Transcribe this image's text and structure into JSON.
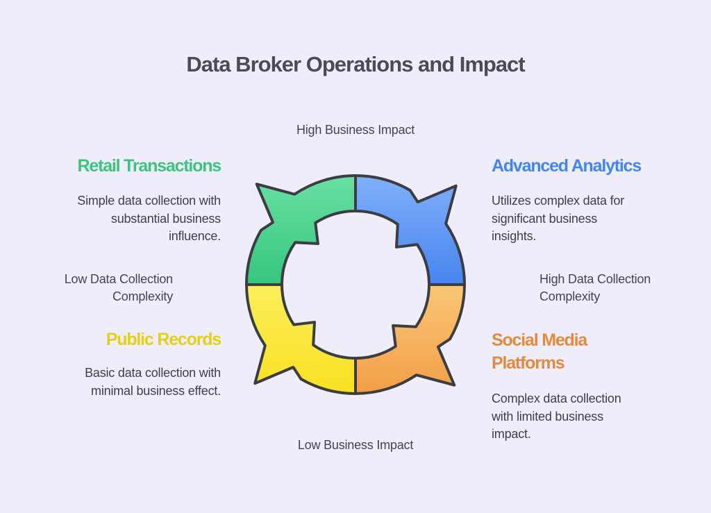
{
  "title": "Data Broker Operations and Impact",
  "background": "#EFEDFA",
  "axis_labels": {
    "top": "High Business Impact",
    "bottom": "Low Business Impact",
    "left": "Low Data Collection\nComplexity",
    "right": "High Data Collection\nComplexity"
  },
  "quadrants": [
    {
      "key": "retail",
      "heading": "Retail Transactions",
      "body": "Simple data collection with\nsubstantial business\ninfluence.",
      "color": "#3CC47F"
    },
    {
      "key": "analytics",
      "heading": "Advanced Analytics",
      "body": "Utilizes complex data for\nsignificant business\ninsights.",
      "color": "#4285F4"
    },
    {
      "key": "public-records",
      "heading": "Public Records",
      "body": "Basic data collection with\nminimal business effect.",
      "color": "#E7CF14"
    },
    {
      "key": "social-media",
      "heading": "Social Media\nPlatforms",
      "body": "Complex data collection\nwith limited business\nimpact.",
      "color": "#E28B3E"
    }
  ],
  "diagram": {
    "stroke_color": "#3B3D43",
    "segments": [
      {
        "name": "retail-arrow",
        "rotation": 270,
        "side": "top",
        "gradient": [
          "#79E8AE",
          "#35C57E"
        ]
      },
      {
        "name": "analytics-arrow",
        "rotation": 0,
        "side": "top",
        "gradient": [
          "#92BDFA",
          "#4583F0"
        ]
      },
      {
        "name": "social-media-arrow",
        "rotation": 90,
        "side": "bottom",
        "gradient": [
          "#FBC778",
          "#F09138"
        ]
      },
      {
        "name": "public-records-arrow",
        "rotation": 180,
        "side": "bottom",
        "gradient": [
          "#FCEE5C",
          "#F8DC10"
        ]
      }
    ]
  }
}
